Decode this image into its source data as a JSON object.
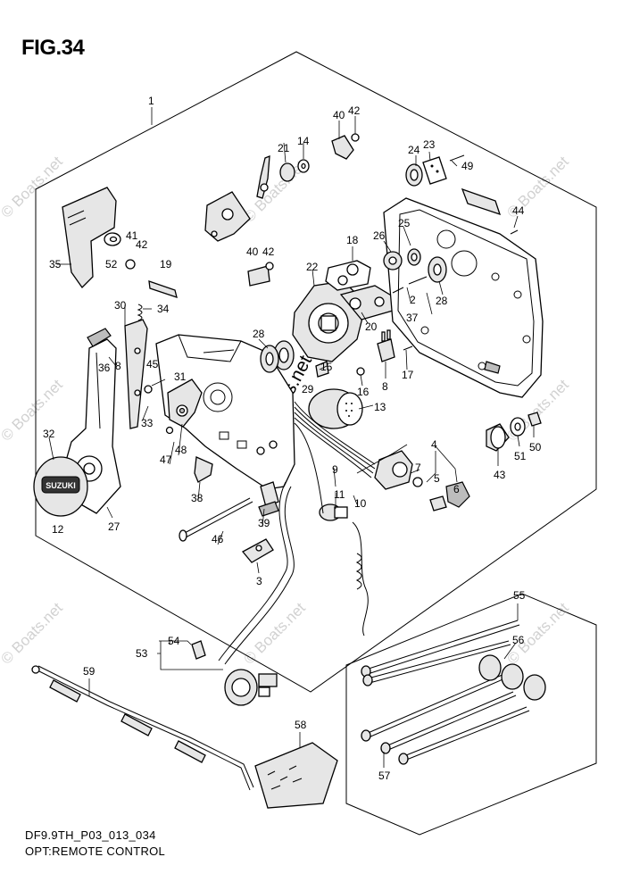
{
  "figure": {
    "title": "FIG.34",
    "code": "DF9.9TH_P03_013_034",
    "caption": "OPT:REMOTE CONTROL"
  },
  "watermark": {
    "small": "© Boats.net",
    "large": "© Boats.net"
  },
  "callouts": [
    "1",
    "2",
    "3",
    "4",
    "5",
    "6",
    "7",
    "8",
    "8",
    "9",
    "10",
    "11",
    "12",
    "13",
    "14",
    "15",
    "16",
    "17",
    "18",
    "19",
    "20",
    "21",
    "22",
    "23",
    "24",
    "25",
    "26",
    "27",
    "28",
    "28",
    "29",
    "30",
    "31",
    "32",
    "33",
    "34",
    "35",
    "36",
    "37",
    "38",
    "39",
    "40",
    "40",
    "41",
    "42",
    "42",
    "42",
    "43",
    "44",
    "45",
    "46",
    "47",
    "48",
    "49",
    "50",
    "51",
    "52",
    "53",
    "54",
    "55",
    "56",
    "57",
    "58",
    "59"
  ],
  "colors": {
    "line": "#000000",
    "watermark": "#b9b9b9",
    "fill_shade": "#e6e6e6"
  }
}
